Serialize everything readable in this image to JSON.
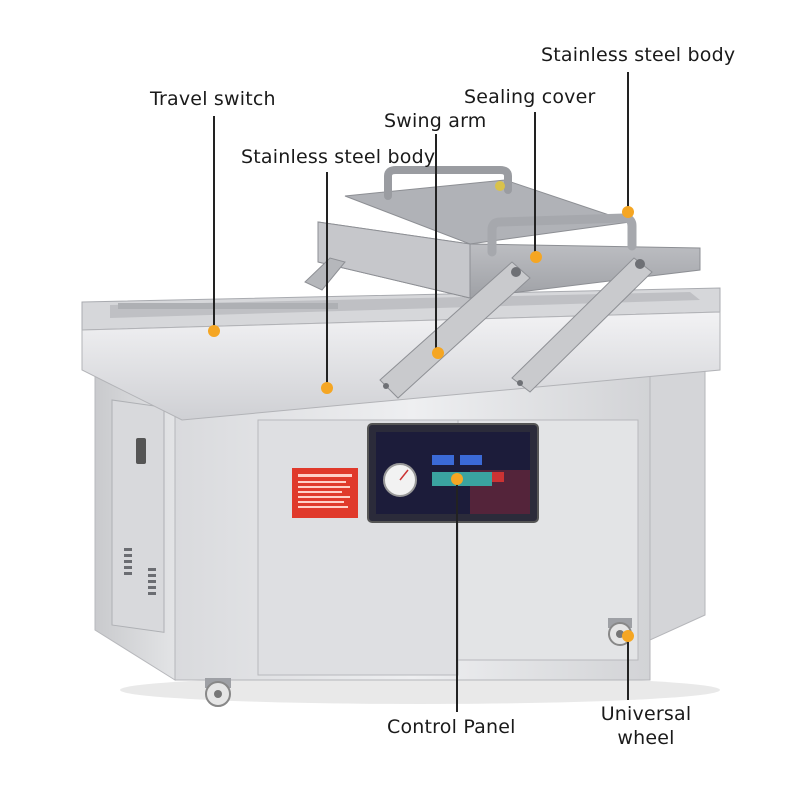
{
  "labels": {
    "travel_switch": "Travel switch",
    "stainless_body_top_right": "Stainless steel body",
    "sealing_cover": "Sealing cover",
    "swing_arm": "Swing arm",
    "stainless_body_middle": "Stainless steel body",
    "control_panel": "Control Panel",
    "universal_wheel_line1": "Universal",
    "universal_wheel_line2": "wheel"
  },
  "colors": {
    "marker": "#f5a623",
    "leader_line": "#222222",
    "steel_light": "#e6e6e8",
    "steel_mid": "#cfd0d3",
    "steel_dark": "#a9abb0",
    "panel_bg": "#1c1c3a",
    "warning_label": "#e0392b"
  }
}
